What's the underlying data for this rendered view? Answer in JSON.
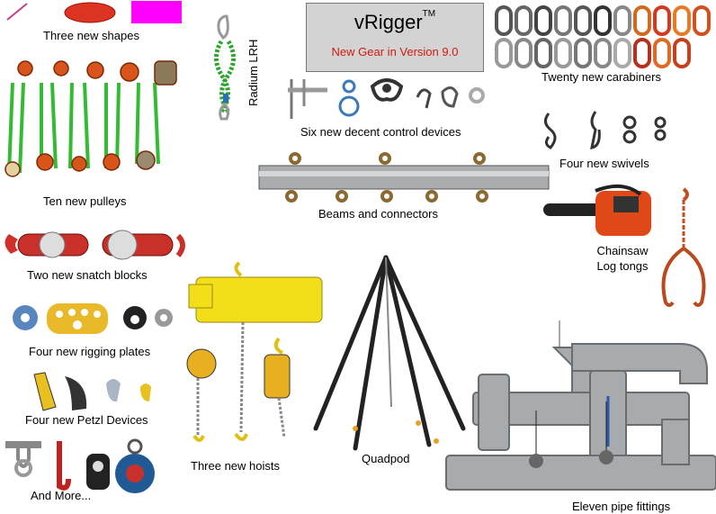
{
  "title": {
    "main": "vRigger",
    "trademark": "TM",
    "subtitle": "New Gear in Version 9.0"
  },
  "labels": {
    "shapes": "Three new shapes",
    "radium": "Radium LRH",
    "carabiners": "Twenty new carabiners",
    "decent": "Six new decent control devices",
    "swivels": "Four new swivels",
    "pulleys": "Ten new pulleys",
    "beams": "Beams and connectors",
    "chainsaw": "Chainsaw",
    "logtongs": "Log tongs",
    "snatch": "Two new snatch blocks",
    "plates": "Four new rigging plates",
    "hoists": "Three new hoists",
    "quadpod": "Quadpod",
    "petzl": "Four new Petzl Devices",
    "more": "And More...",
    "pipes": "Eleven pipe fittings"
  },
  "colors": {
    "shape_ellipse": "#dd3322",
    "shape_rect": "#ff00ff",
    "rope_green": "#33bb33",
    "pulley_orange": "#d8541a",
    "subtitle_red": "#d11a0e",
    "hoist_yellow": "#f2df1a",
    "pipe_gray": "#a8abae"
  },
  "icons": [
    "line-shape-icon",
    "ellipse-shape-icon",
    "rectangle-shape-icon",
    "carabiner-icon",
    "pulley-icon",
    "swivel-icon",
    "snatch-block-icon",
    "rigging-plate-icon",
    "hoist-icon",
    "quadpod-icon",
    "chainsaw-icon",
    "log-tongs-icon",
    "pipe-fitting-icon",
    "beam-icon"
  ]
}
